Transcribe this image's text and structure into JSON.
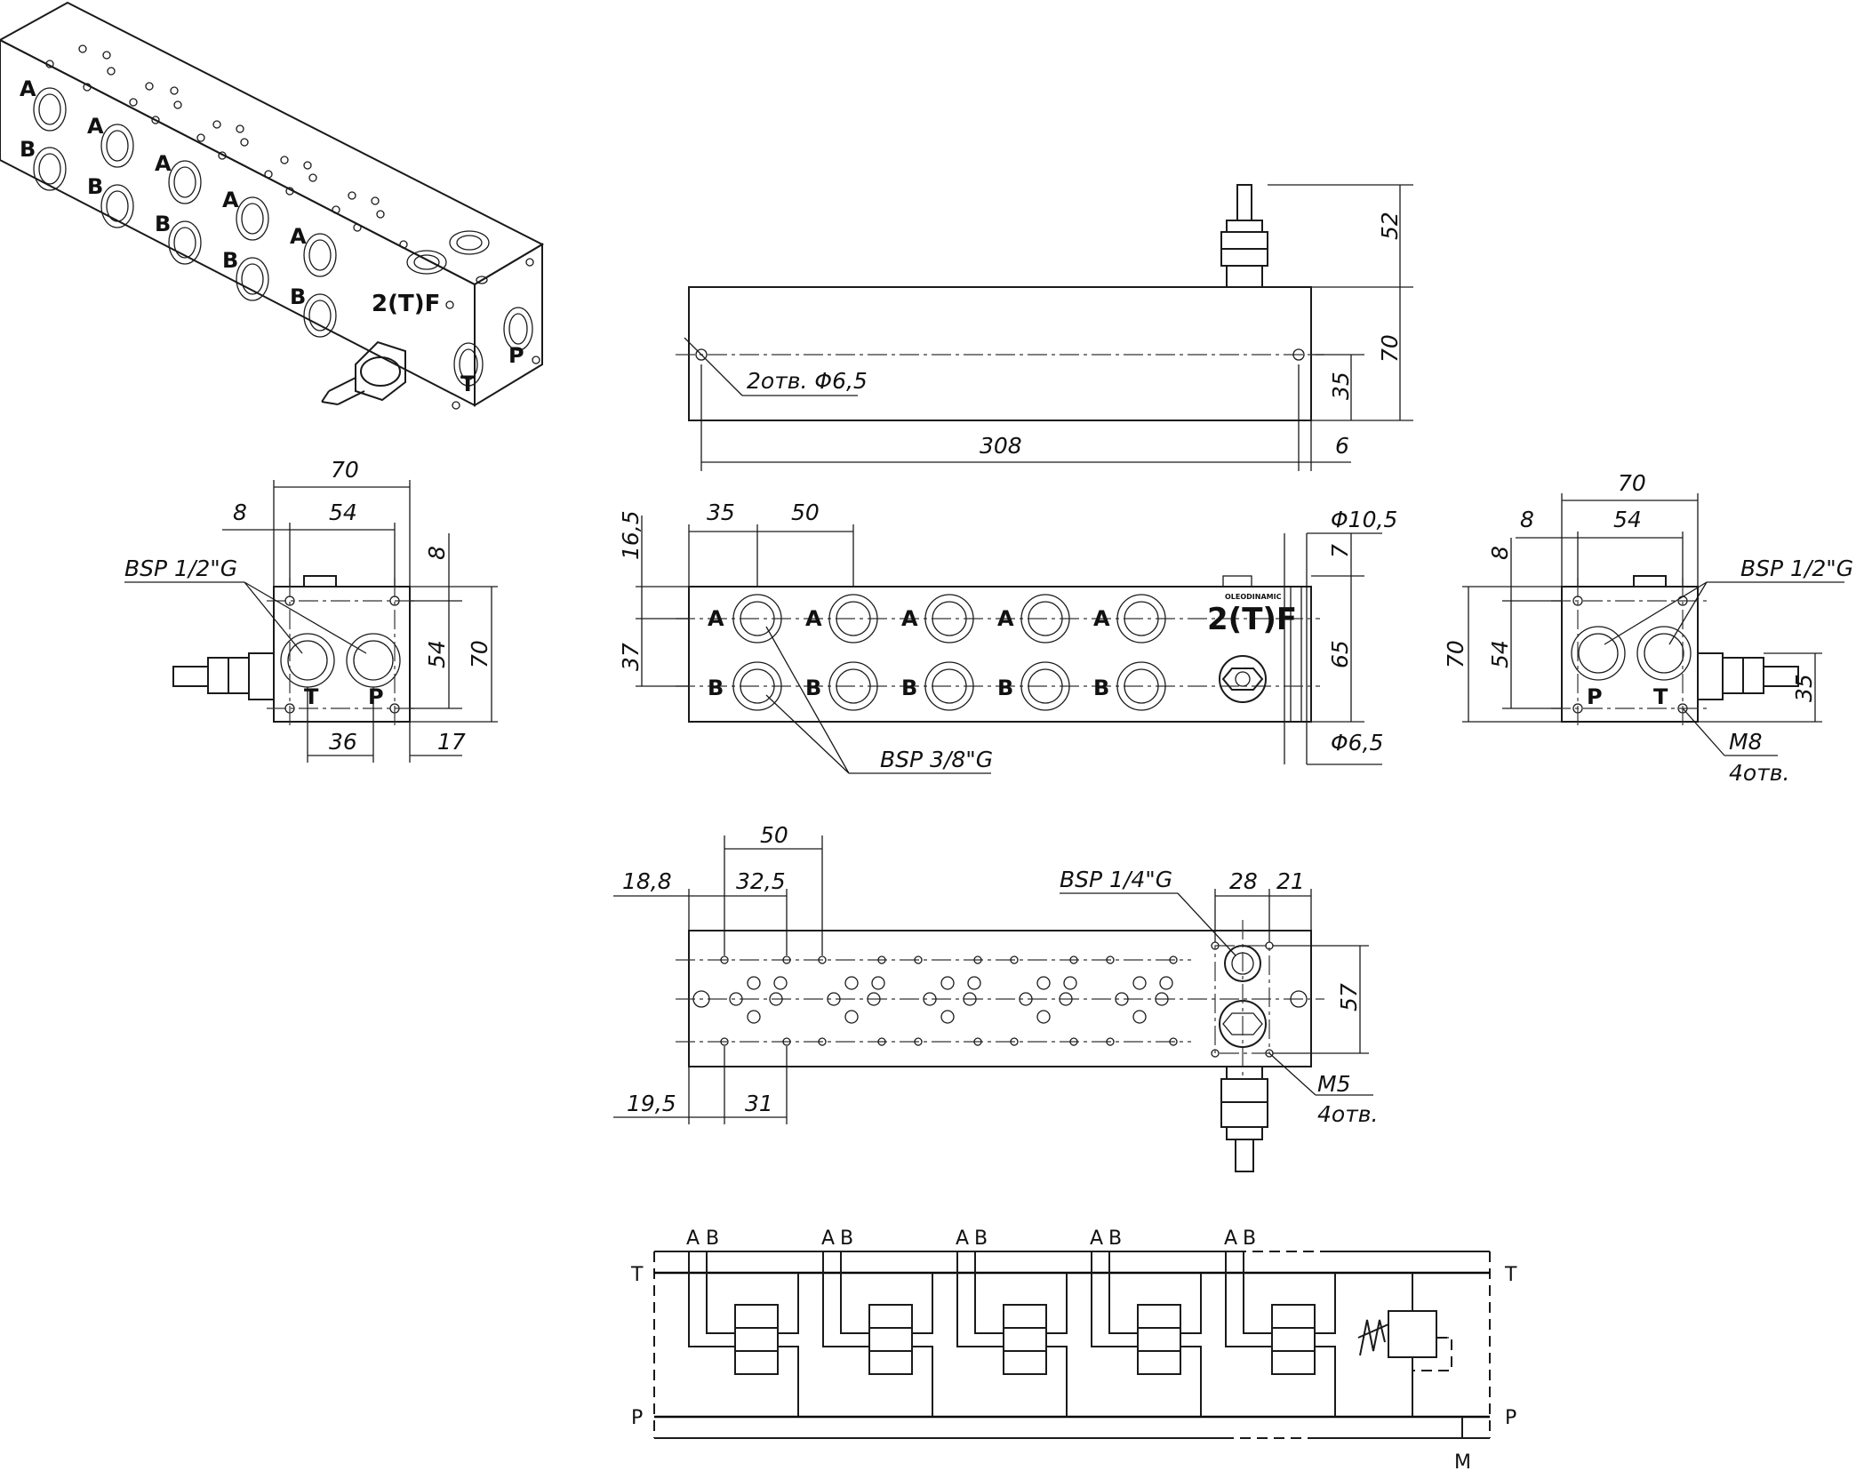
{
  "dims": {
    "front_len": "308",
    "front_off": "6",
    "front_hole": "2отв. Φ6,5",
    "front_top": "52",
    "front_h": "70",
    "front_mid": "35",
    "mid_35": "35",
    "mid_50": "50",
    "mid_165": "16,5",
    "mid_37": "37",
    "mid_7": "7",
    "mid_65": "65",
    "mid_d105": "Φ10,5",
    "mid_d65": "Φ6,5",
    "mid_bsp": "BSP 3/8\"G",
    "left_70": "70",
    "left_8": "8",
    "left_54": "54",
    "left_bsp": "BSP 1/2\"G",
    "left_v8": "8",
    "left_v54": "54",
    "left_v70": "70",
    "left_36": "36",
    "left_17": "17",
    "right_70": "70",
    "right_8": "8",
    "right_54": "54",
    "right_bsp": "BSP 1/2\"G",
    "right_v8": "8",
    "right_v70": "70",
    "right_v54": "54",
    "right_35": "35",
    "right_m8": "M8",
    "right_m8n": "4отв.",
    "bot_50": "50",
    "bot_188": "18,8",
    "bot_325": "32,5",
    "bot_195": "19,5",
    "bot_31": "31",
    "bot_bsp": "BSP 1/4\"G",
    "bot_28": "28",
    "bot_21": "21",
    "bot_57": "57",
    "bot_m5": "M5",
    "bot_m5n": "4отв."
  },
  "ports": {
    "A": "A",
    "B": "B",
    "P": "P",
    "T": "T",
    "M": "M"
  },
  "logo": {
    "mark": "2(T)F",
    "brand": "OLEODINAMIC"
  }
}
